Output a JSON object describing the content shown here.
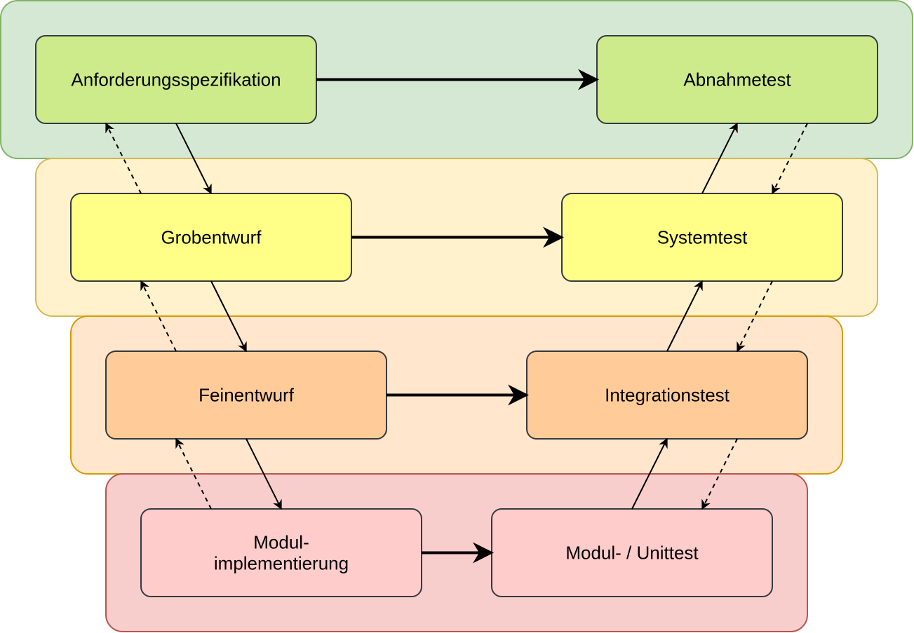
{
  "layers": [
    {
      "name": "layer-requirements",
      "fill": "#d5e8d4",
      "stroke": "#82b366"
    },
    {
      "name": "layer-system",
      "fill": "#fff2cc",
      "stroke": "#d6b656"
    },
    {
      "name": "layer-design",
      "fill": "#ffe6cc",
      "stroke": "#d79b00"
    },
    {
      "name": "layer-module",
      "fill": "#f8cecc",
      "stroke": "#b85450"
    }
  ],
  "nodes": {
    "anforderung": {
      "lines": [
        "Anforderungsspezifikation"
      ],
      "fill": "#cdeb8b"
    },
    "abnahme": {
      "lines": [
        "Abnahmetest"
      ],
      "fill": "#cdeb8b"
    },
    "grob": {
      "lines": [
        "Grobentwurf"
      ],
      "fill": "#ffff88"
    },
    "system": {
      "lines": [
        "Systemtest"
      ],
      "fill": "#ffff88"
    },
    "fein": {
      "lines": [
        "Feinentwurf"
      ],
      "fill": "#ffcc99"
    },
    "integration": {
      "lines": [
        "Integrationstest"
      ],
      "fill": "#ffcc99"
    },
    "modulimpl": {
      "lines": [
        "Modul-",
        "implementierung"
      ],
      "fill": "#ffcccc"
    },
    "unittest": {
      "lines": [
        "Modul- / Unittest"
      ],
      "fill": "#ffcccc"
    }
  },
  "edges": [
    {
      "from": "anforderung",
      "to": "abnahme",
      "style": "thick"
    },
    {
      "from": "grob",
      "to": "system",
      "style": "thick"
    },
    {
      "from": "fein",
      "to": "integration",
      "style": "thick"
    },
    {
      "from": "modulimpl",
      "to": "unittest",
      "style": "thick"
    },
    {
      "from": "anforderung",
      "to": "grob",
      "style": "solid"
    },
    {
      "from": "grob",
      "to": "fein",
      "style": "solid"
    },
    {
      "from": "fein",
      "to": "modulimpl",
      "style": "solid"
    },
    {
      "from": "grob",
      "to": "anforderung",
      "style": "dashed"
    },
    {
      "from": "fein",
      "to": "grob",
      "style": "dashed"
    },
    {
      "from": "modulimpl",
      "to": "fein",
      "style": "dashed"
    },
    {
      "from": "unittest",
      "to": "integration",
      "style": "solid"
    },
    {
      "from": "integration",
      "to": "system",
      "style": "solid"
    },
    {
      "from": "system",
      "to": "abnahme",
      "style": "solid"
    },
    {
      "from": "abnahme",
      "to": "system",
      "style": "dashed"
    },
    {
      "from": "system",
      "to": "integration",
      "style": "dashed"
    },
    {
      "from": "integration",
      "to": "unittest",
      "style": "dashed"
    }
  ]
}
